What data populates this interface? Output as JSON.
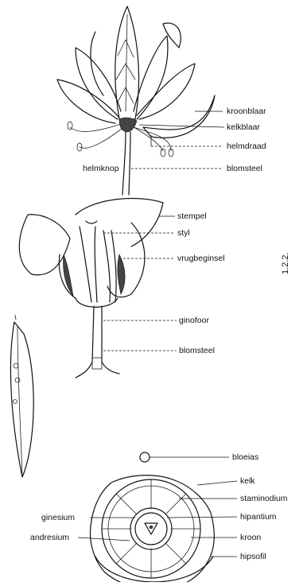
{
  "labels": {
    "flower": {
      "kroonblaar": "kroonblaar",
      "kelkblaar": "kelkblaar",
      "helmdraad": "helmdraad",
      "helmknop": "helmknop",
      "blomsteel": "blomsteel"
    },
    "section": {
      "stempel": "stempel",
      "styl": "styl",
      "vrugbeginsel": "vrugbeginsel",
      "ginofoor": "ginofoor",
      "blomsteel": "blomsteel"
    },
    "diagram": {
      "bloeias": "bloeias",
      "kelk": "kelk",
      "staminodium": "staminodium",
      "ginesium": "ginesium",
      "hipantium": "hipantium",
      "andresium": "andresium",
      "kroon": "kroon",
      "hipsofil": "hipsofil"
    }
  },
  "margin_note": "1.2.2."
}
